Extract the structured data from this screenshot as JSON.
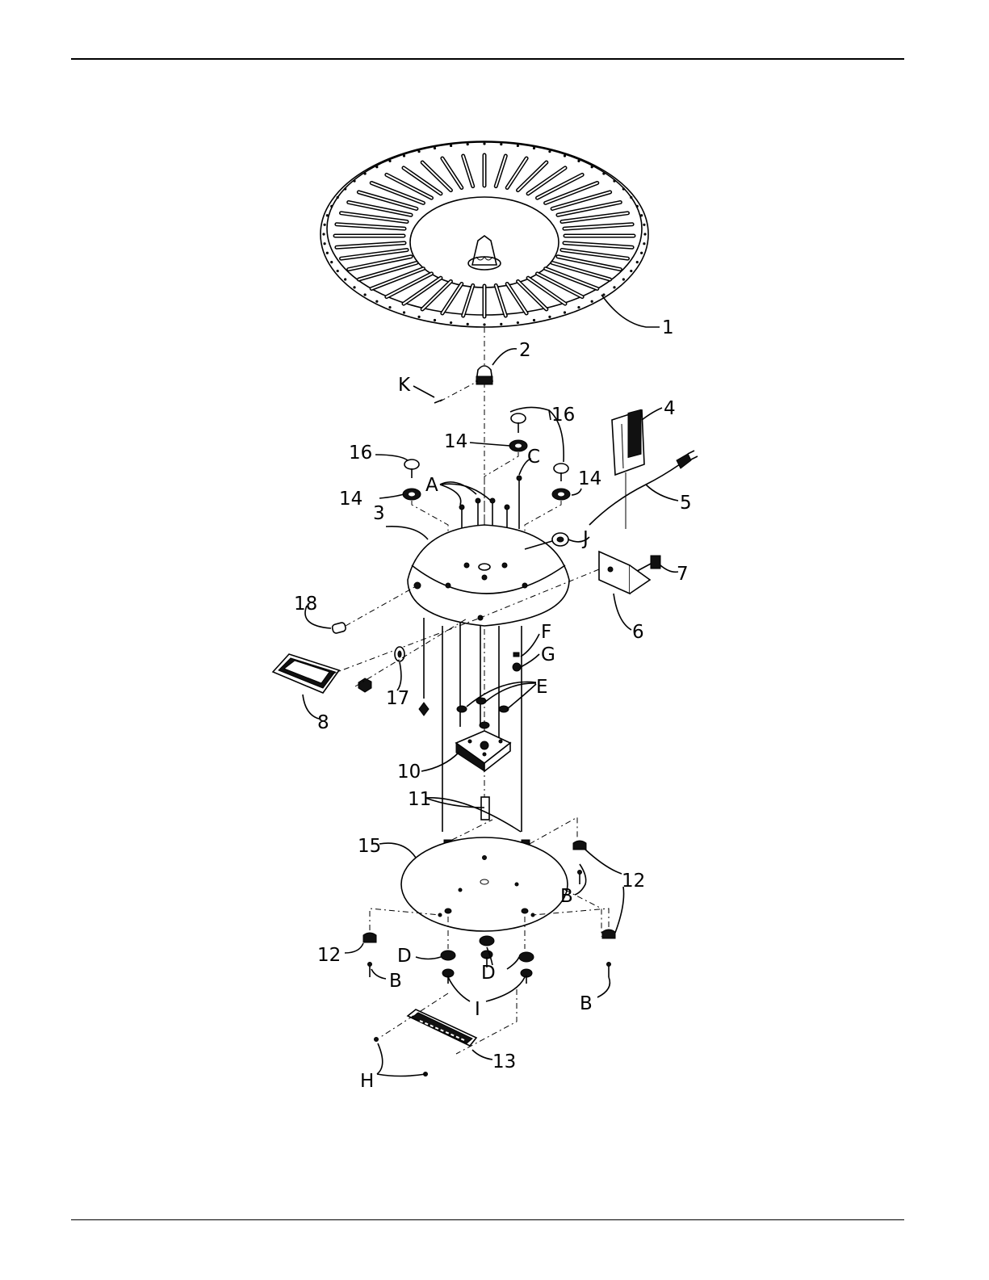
{
  "labels": {
    "1": "1",
    "2": "2",
    "3": "3",
    "4": "4",
    "5": "5",
    "6": "6",
    "7": "7",
    "8": "8",
    "10": "10",
    "11": "11",
    "12": "12",
    "13": "13",
    "14": "14",
    "15": "15",
    "16": "16",
    "17": "17",
    "18": "18",
    "A": "A",
    "B": "B",
    "C": "C",
    "D": "D",
    "E": "E",
    "F": "F",
    "G": "G",
    "H": "H",
    "I": "I",
    "J": "J",
    "K": "K"
  }
}
